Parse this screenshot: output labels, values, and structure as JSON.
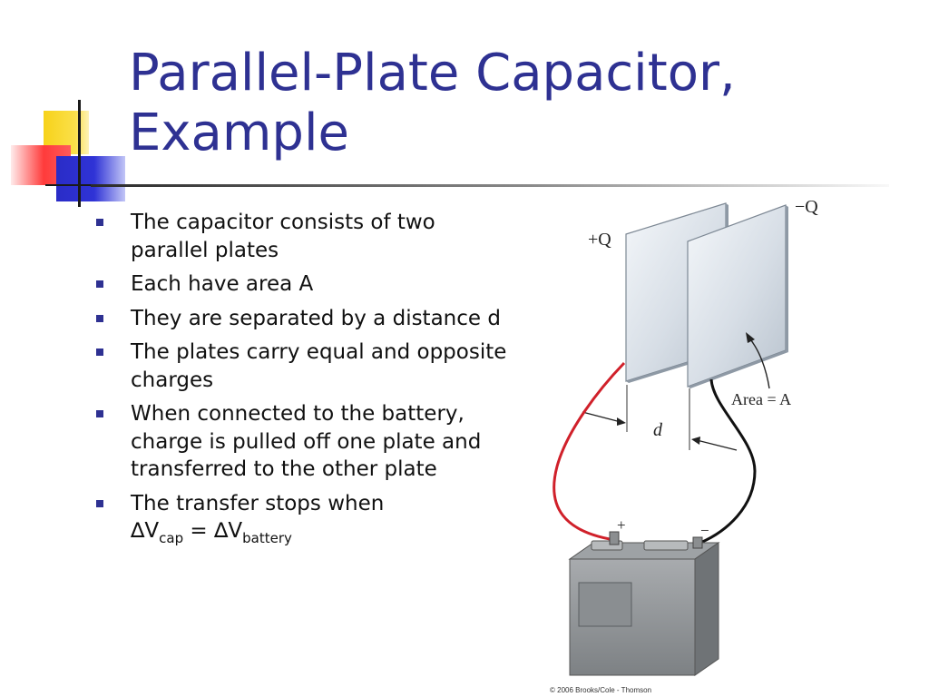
{
  "slide": {
    "title_line1": "Parallel-Plate Capacitor,",
    "title_line2": "Example",
    "bullets": [
      {
        "text": "The capacitor consists of two parallel plates"
      },
      {
        "text": "Each have area A"
      },
      {
        "text": "They are separated by a distance d"
      },
      {
        "text": "The plates carry equal and opposite charges"
      },
      {
        "text": "When connected to the battery, charge is pulled off one plate and transferred to the other plate"
      },
      {
        "text": "The transfer stops when",
        "delta1": "∆V",
        "sub1": "cap",
        "equals": " = ",
        "delta2": "∆V",
        "sub2": "battery"
      }
    ]
  },
  "figure": {
    "plus_q": "+Q",
    "minus_q": "−Q",
    "area_label": "Area = A",
    "d_label": "d",
    "plus_sign": "+",
    "minus_sign": "−",
    "credit": "© 2006 Brooks/Cole - Thomson"
  },
  "colors": {
    "title": "#2e3192",
    "bullet": "#2e3192",
    "wire_positive": "#d0202a",
    "wire_negative": "#111111"
  }
}
